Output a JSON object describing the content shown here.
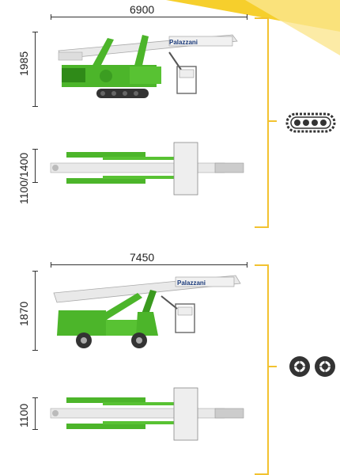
{
  "config_crawler": {
    "width_label": "6900",
    "height_label": "1985",
    "track_label": "1100/1400",
    "undercarriage_icon": "crawler-track-icon",
    "brand": "Palazzani"
  },
  "config_wheeled": {
    "width_label": "7450",
    "height_label": "1870",
    "track_label": "1100",
    "undercarriage_icon": "wheels-icon",
    "brand": "Palazzani"
  },
  "colors": {
    "machine_green": "#4cb52a",
    "boom_white": "#e8e8e8",
    "bracket_yellow": "#f2c230",
    "accent_yellow": "#f6cf2c"
  }
}
